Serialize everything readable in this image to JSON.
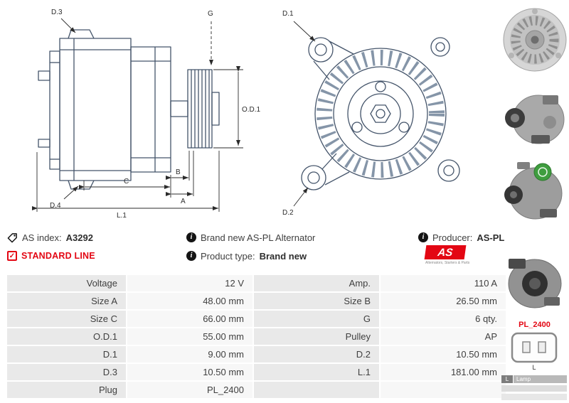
{
  "colors": {
    "accent_red": "#e30613",
    "drawing_line": "#44546a"
  },
  "drawings": {
    "side": {
      "d3": "D.3",
      "d4": "D.4",
      "g": "G",
      "od1": "O.D.1",
      "c": "C",
      "b": "B",
      "a": "A",
      "l1": "L.1"
    },
    "front": {
      "d1": "D.1",
      "d2": "D.2"
    }
  },
  "info": {
    "as_index_label": "AS index:",
    "as_index_value": "A3292",
    "standard_line": "STANDARD LINE",
    "brand_new_text": "Brand new AS-PL Alternator",
    "product_type_label": "Product type:",
    "product_type_value": "Brand new",
    "producer_label": "Producer:",
    "producer_value": "AS-PL",
    "info_icon_glyph": "i",
    "check_icon_glyph": "✓",
    "logo_text": "AS",
    "logo_subtext": "Alternators, Starters & Parts"
  },
  "side_panel": {
    "plug_code": "PL_2400",
    "plug_pin_label": "L",
    "legend_key": "L",
    "legend_value": "Lamp"
  },
  "spec_table": {
    "rows": [
      {
        "label1": "Voltage",
        "value1": "12 V",
        "label2": "Amp.",
        "value2": "110 A"
      },
      {
        "label1": "Size A",
        "value1": "48.00 mm",
        "label2": "Size B",
        "value2": "26.50 mm"
      },
      {
        "label1": "Size C",
        "value1": "66.00 mm",
        "label2": "G",
        "value2": "6 qty."
      },
      {
        "label1": "O.D.1",
        "value1": "55.00 mm",
        "label2": "Pulley",
        "value2": "AP"
      },
      {
        "label1": "D.1",
        "value1": "9.00 mm",
        "label2": "D.2",
        "value2": "10.50 mm"
      },
      {
        "label1": "D.3",
        "value1": "10.50 mm",
        "label2": "L.1",
        "value2": "181.00 mm"
      },
      {
        "label1": "Plug",
        "value1": "PL_2400",
        "label2": "",
        "value2": ""
      }
    ]
  }
}
